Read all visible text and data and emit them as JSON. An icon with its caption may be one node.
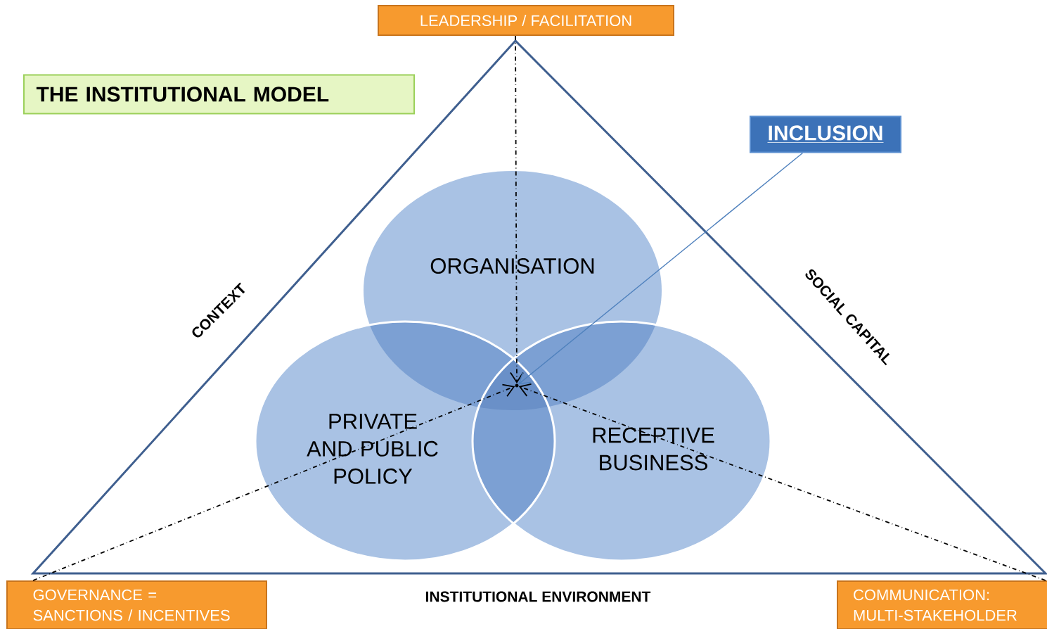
{
  "diagram": {
    "nodes": [
      {
        "text": [
          "THE INSTITUTIONAL MODEL"
        ]
      },
      {
        "text": [
          "LEADERSHIP / FACILITATION"
        ]
      },
      {
        "text": [
          "INCLUSION"
        ]
      },
      {
        "text": [
          "ORGANISATION"
        ]
      },
      {
        "text": [
          "PRIVATE AND PUBLIC POLICY"
        ]
      },
      {
        "text": [
          "RECEPTIVE BUSINESS"
        ]
      },
      {
        "text": [
          "GOVERNANCE = SANCTIONS / INCENTIVES"
        ]
      },
      {
        "text": [
          "COMMUNICATION: MULTI-STAKEHOLDER"
        ]
      },
      {
        "text": [],
        "shape": "point"
      }
    ],
    "edges": [
      {
        "from": 1,
        "to": 8,
        "arrow": "to",
        "style": "dashed"
      },
      {
        "from": 6,
        "to": 8,
        "arrow": "to",
        "style": "dashed"
      },
      {
        "from": 7,
        "to": 8,
        "arrow": "to",
        "style": "dashed"
      },
      {
        "from": 2,
        "to": 8,
        "arrow": "to",
        "color": "#4f81bd"
      }
    ],
    "labels": [
      "CONTEXT",
      "SOCIAL CAPITAL",
      "INSTITUTIONAL ENVIRONMENT"
    ]
  }
}
